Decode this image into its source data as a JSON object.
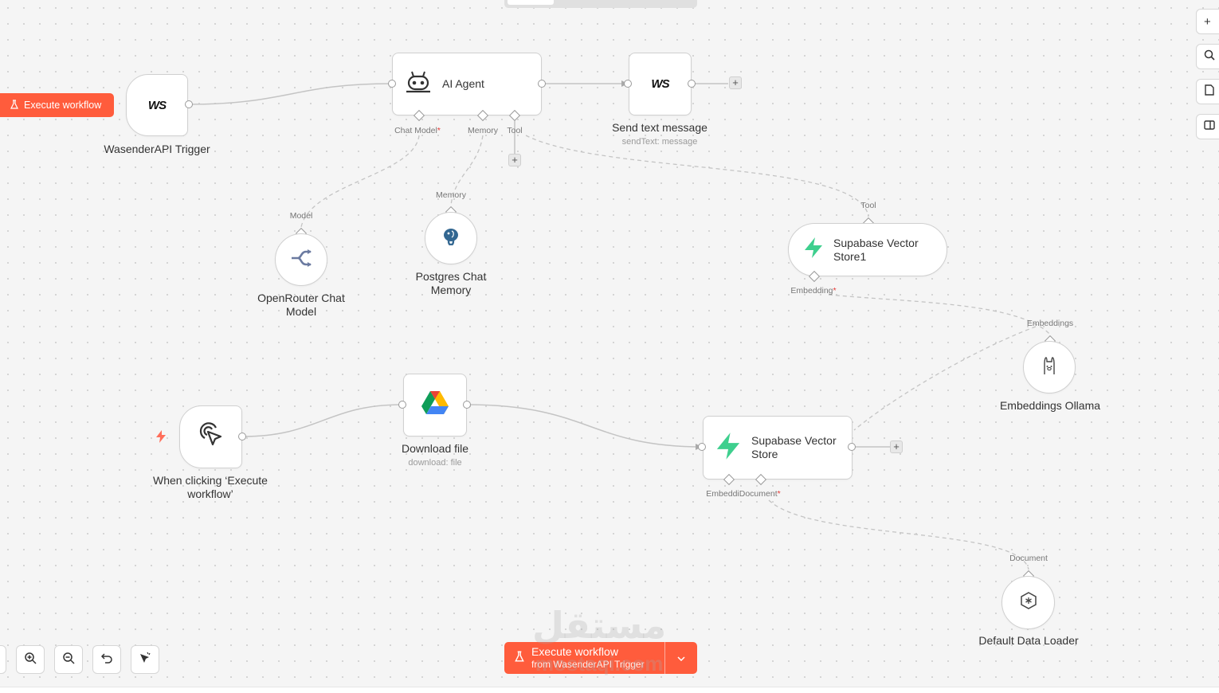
{
  "canvas": {
    "top_tabs": [
      "",
      ""
    ]
  },
  "execute_tag": {
    "label": "Execute workflow"
  },
  "nodes": {
    "wasender_trigger": {
      "title": "WasenderAPI Trigger",
      "logo": "WS"
    },
    "ai_agent": {
      "title": "AI Agent",
      "ports": {
        "chat_model": "Chat Model",
        "memory": "Memory",
        "tool": "Tool"
      }
    },
    "send_text": {
      "title": "Send text message",
      "subtitle": "sendText: message",
      "logo": "WS"
    },
    "openrouter": {
      "title": "OpenRouter Chat Model",
      "port": "Model"
    },
    "postgres_memory": {
      "title": "Postgres Chat Memory",
      "port": "Memory"
    },
    "supabase_store1": {
      "title": "Supabase Vector Store1",
      "port_top": "Tool",
      "port_bottom": "Embedding"
    },
    "embeddings_ollama": {
      "title": "Embeddings Ollama",
      "port": "Embeddings"
    },
    "manual_trigger": {
      "title": "When clicking ‘Execute workflow’"
    },
    "download_file": {
      "title": "Download file",
      "subtitle": "download: file"
    },
    "supabase_store": {
      "title": "Supabase Vector Store",
      "port_embedding": "Embeddi",
      "port_document": "Document"
    },
    "default_loader": {
      "title": "Default Data Loader",
      "port": "Document"
    }
  },
  "bottom_execute": {
    "line1": "Execute workflow",
    "line2": "from WasenderAPI Trigger"
  },
  "right_toolbar": [
    "plus-icon",
    "search-icon",
    "sticky-note-icon",
    "panel-icon"
  ],
  "zoom_controls": [
    "zoom-in-icon",
    "zoom-out-icon",
    "undo-icon",
    "tidy-up-icon"
  ],
  "watermark": {
    "text": "مستقل",
    "sub": "mostaqi.com"
  },
  "colors": {
    "accent": "#ff5c3c",
    "supabase": "#3ecf8e"
  }
}
